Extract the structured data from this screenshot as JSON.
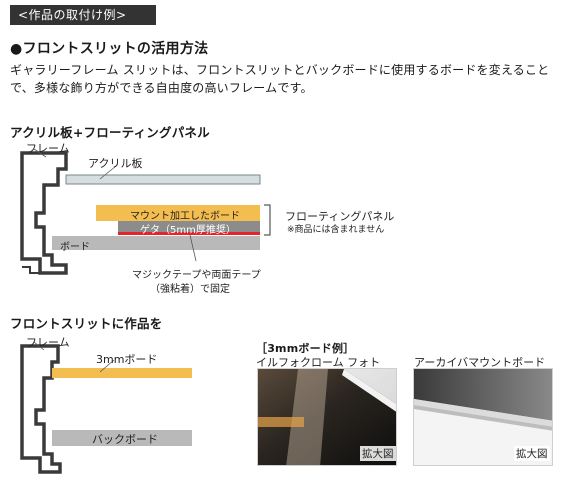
{
  "section_tag": "<作品の取付け例>",
  "heading": "●フロントスリットの活用方法",
  "intro": "ギャラリーフレーム スリットは、フロントスリットとバックボードに使用するボードを変えることで、多様な飾り方ができる自由度の高いフレームです。",
  "diagram1": {
    "title": "アクリル板+フローティングパネル",
    "frame_label": "フレーム",
    "acrylic_label": "アクリル板",
    "mount_board_label": "マウント加工したボード",
    "geta_label": "ゲタ（5mm厚推奨）",
    "board_label": "ボード",
    "floating_panel_label": "フローティングパネル",
    "floating_panel_note": "※商品には含まれません",
    "tape_label_line1": "マジックテープや両面テープ",
    "tape_label_line2": "（強粘着）で固定"
  },
  "diagram2": {
    "title": "フロントスリットに作品を",
    "frame_label": "フレーム",
    "board_3mm_label": "3mmボード",
    "back_board_label": "バックボード"
  },
  "examples": {
    "title": "［3mmボード例］",
    "item1_label": "イルフォクローム フォト",
    "item2_label": "アーカイバマウントボード",
    "zoom_label": "拡大図"
  },
  "colors": {
    "tag_bg": "#333333",
    "frame_gray": "#3a3a3a",
    "mount_orange": "#f4bd4f",
    "geta_gray": "#8c8c8c",
    "tape_red": "#e5232a",
    "board_gray": "#b9b9b9",
    "acrylic_gray": "#d6dde0"
  }
}
